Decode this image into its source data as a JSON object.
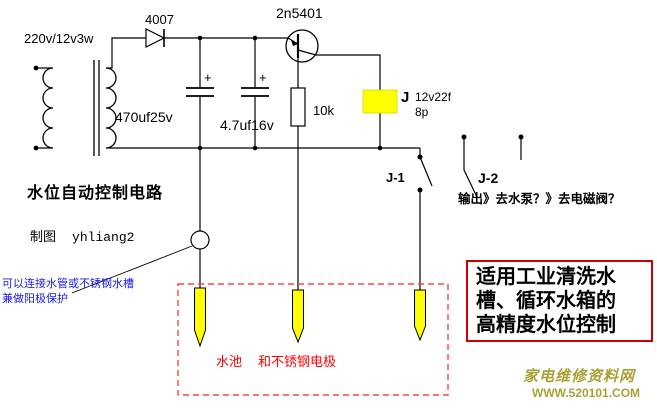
{
  "title": "水位自动控制电路",
  "credit": {
    "prefix": "制图",
    "author": "yhliang2"
  },
  "labels": {
    "transformer": "220v/12v3w",
    "diode": "4007",
    "transistor": "2n5401",
    "cap1": "470uf25v",
    "cap1_polarity": "+",
    "cap2": "4.7uf16v",
    "cap2_polarity": "+",
    "resistor": "10k",
    "relay_name": "J",
    "relay_spec": "12v22f",
    "relay_pins": "8p",
    "contact1": "J-1",
    "contact2": "J-2"
  },
  "output_note": "输出》去水泵？》去电磁阀？",
  "anode_note": {
    "line1": "可以连接水管或不锈钢水槽",
    "line2": "兼做阳极保护"
  },
  "tank": {
    "pool": "水池",
    "electrode": "和不锈钢电极"
  },
  "info_box": {
    "line1": "适用工业清洗水",
    "line2": "槽、循环水箱的",
    "line3": "高精度水位控制"
  },
  "watermark": {
    "name": "家电维修资料网",
    "url": "WWW.520101.COM"
  },
  "colors": {
    "wire": "#000000",
    "relay_fill": "#ffff00",
    "electrode_fill": "#ffff00",
    "tank_dashed_border": "#ff4444",
    "info_border": "#cc0000",
    "red_text": "#ff0000",
    "blue_text": "#1a1aee",
    "watermark_text": "#a8a235"
  }
}
